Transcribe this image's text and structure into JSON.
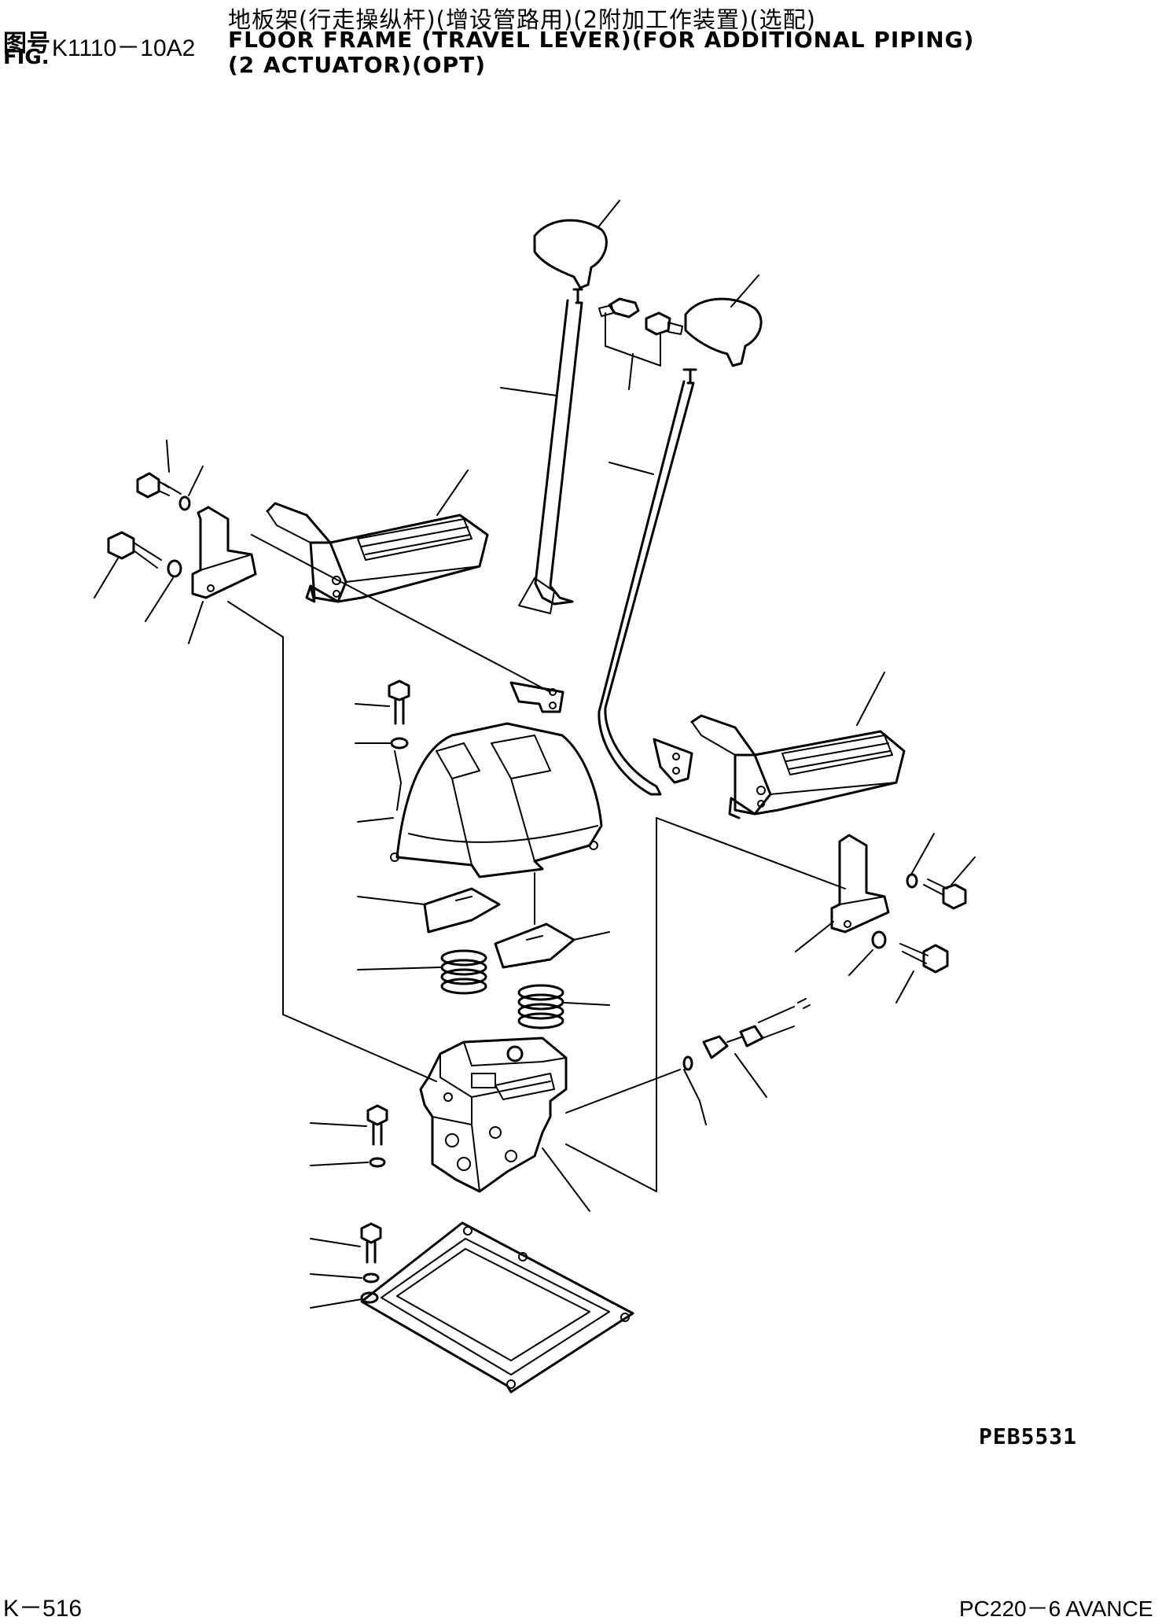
{
  "header": {
    "fig_cn": "图号",
    "fig_en": "FIG.",
    "fig_number": "K1110－10A2",
    "title_cn": "地板架(行走操纵杆)(增设管路用)(2附加工作装置)(选配)",
    "title_en_line1": "FLOOR FRAME (TRAVEL LEVER)(FOR ADDITIONAL PIPING)",
    "title_en_line2": "(2 ACTUATOR)(OPT)"
  },
  "drawing": {
    "code": "PEB5531",
    "colors": {
      "line": "#000000",
      "background": "#ffffff"
    }
  },
  "footer": {
    "page": "K－516",
    "model": "PC220－6 AVANCE"
  }
}
